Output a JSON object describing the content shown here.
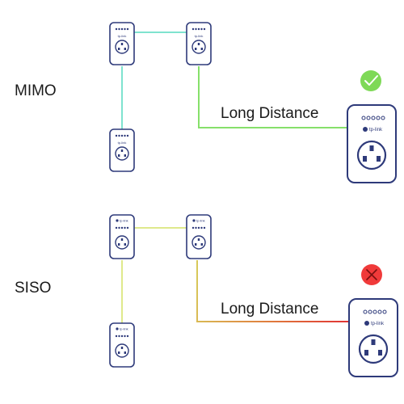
{
  "sections": [
    {
      "mode_label": "MIMO",
      "distance_label": "Long Distance",
      "status": "success",
      "status_icon": "check-icon",
      "status_color": "#7ed957",
      "line_colors": {
        "short": "#7fe3cf",
        "long": "#86e06a"
      },
      "devices": [
        {
          "name": "adapter-top-left",
          "brand": ""
        },
        {
          "name": "adapter-top-middle",
          "brand": ""
        },
        {
          "name": "adapter-bottom-left",
          "brand": ""
        },
        {
          "name": "adapter-far",
          "brand": "tp-link"
        }
      ]
    },
    {
      "mode_label": "SISO",
      "distance_label": "Long Distance",
      "status": "failure",
      "status_icon": "cross-icon",
      "status_color": "#f03a3a",
      "line_colors": {
        "short": "#dfe98c",
        "long_start": "#d8c95a",
        "long_end": "#e03434"
      },
      "devices": [
        {
          "name": "adapter-top-left",
          "brand": "tp-link"
        },
        {
          "name": "adapter-top-middle",
          "brand": "tp-link"
        },
        {
          "name": "adapter-bottom-left",
          "brand": "tp-link"
        },
        {
          "name": "adapter-far",
          "brand": "tp-link"
        }
      ]
    }
  ]
}
